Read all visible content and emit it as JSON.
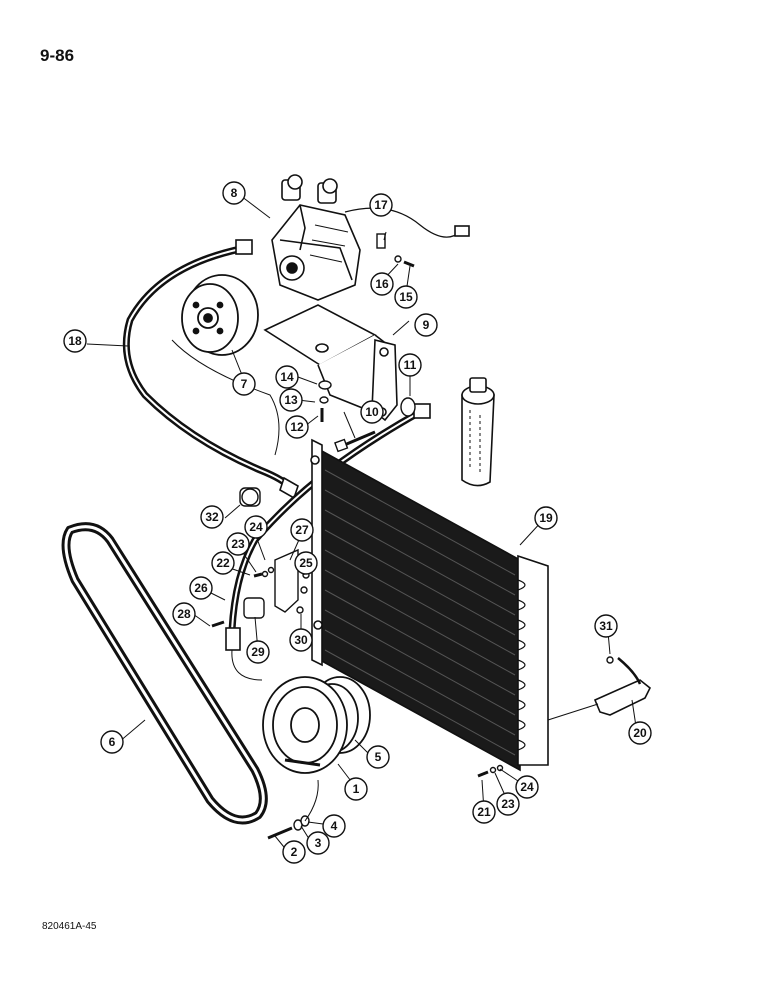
{
  "page_number": "9-86",
  "figure_code": "820461A-45",
  "callouts": [
    {
      "num": "1"
    },
    {
      "num": "2"
    },
    {
      "num": "3"
    },
    {
      "num": "4"
    },
    {
      "num": "5"
    },
    {
      "num": "6"
    },
    {
      "num": "7"
    },
    {
      "num": "8"
    },
    {
      "num": "9"
    },
    {
      "num": "10"
    },
    {
      "num": "11"
    },
    {
      "num": "12"
    },
    {
      "num": "13"
    },
    {
      "num": "14"
    },
    {
      "num": "15"
    },
    {
      "num": "16"
    },
    {
      "num": "17"
    },
    {
      "num": "18"
    },
    {
      "num": "19"
    },
    {
      "num": "20"
    },
    {
      "num": "21"
    },
    {
      "num": "22"
    },
    {
      "num": "23"
    },
    {
      "num": "24"
    },
    {
      "num": "25"
    },
    {
      "num": "26"
    },
    {
      "num": "27"
    },
    {
      "num": "28"
    },
    {
      "num": "29"
    },
    {
      "num": "30"
    },
    {
      "num": "31"
    },
    {
      "num": "32"
    },
    {
      "num": "23"
    },
    {
      "num": "24"
    }
  ]
}
